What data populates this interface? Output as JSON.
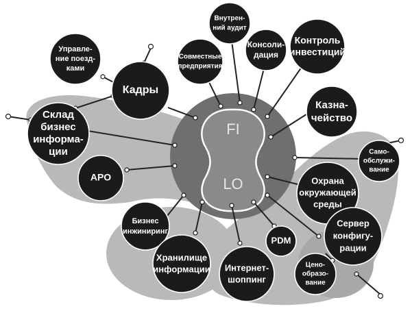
{
  "core": {
    "top": "FI",
    "bottom": "LO"
  },
  "modules": {
    "travel": [
      "Управле-",
      "ние поезд-",
      "ками"
    ],
    "hr": [
      "Кадры"
    ],
    "joint_ventures": [
      "Совместные",
      "предприятия"
    ],
    "internal_audit": [
      "Внутрен-",
      "ний аудит"
    ],
    "consolidation": [
      "Консоли-",
      "дация"
    ],
    "investment": [
      "Контроль",
      "инвестиций"
    ],
    "treasury": [
      "Казна-",
      "чейство"
    ],
    "bw": [
      "Склад",
      "бизнес",
      "информа-",
      "ции"
    ],
    "apo": [
      "APO"
    ],
    "self_service": [
      "Само-",
      "обслужи-",
      "вание"
    ],
    "environment": [
      "Охрана",
      "окружающей",
      "среды"
    ],
    "business_engineering": [
      "Бизнес",
      "инжиниринг"
    ],
    "info_repository": [
      "Хранилище",
      "информации"
    ],
    "internet_shopping": [
      "Интернет-",
      "шоппинг"
    ],
    "pdm": [
      "PDM"
    ],
    "config_server": [
      "Сервер",
      "конфигу-",
      "рации"
    ],
    "pricing": [
      "Цено-",
      "образо-",
      "вание"
    ]
  }
}
